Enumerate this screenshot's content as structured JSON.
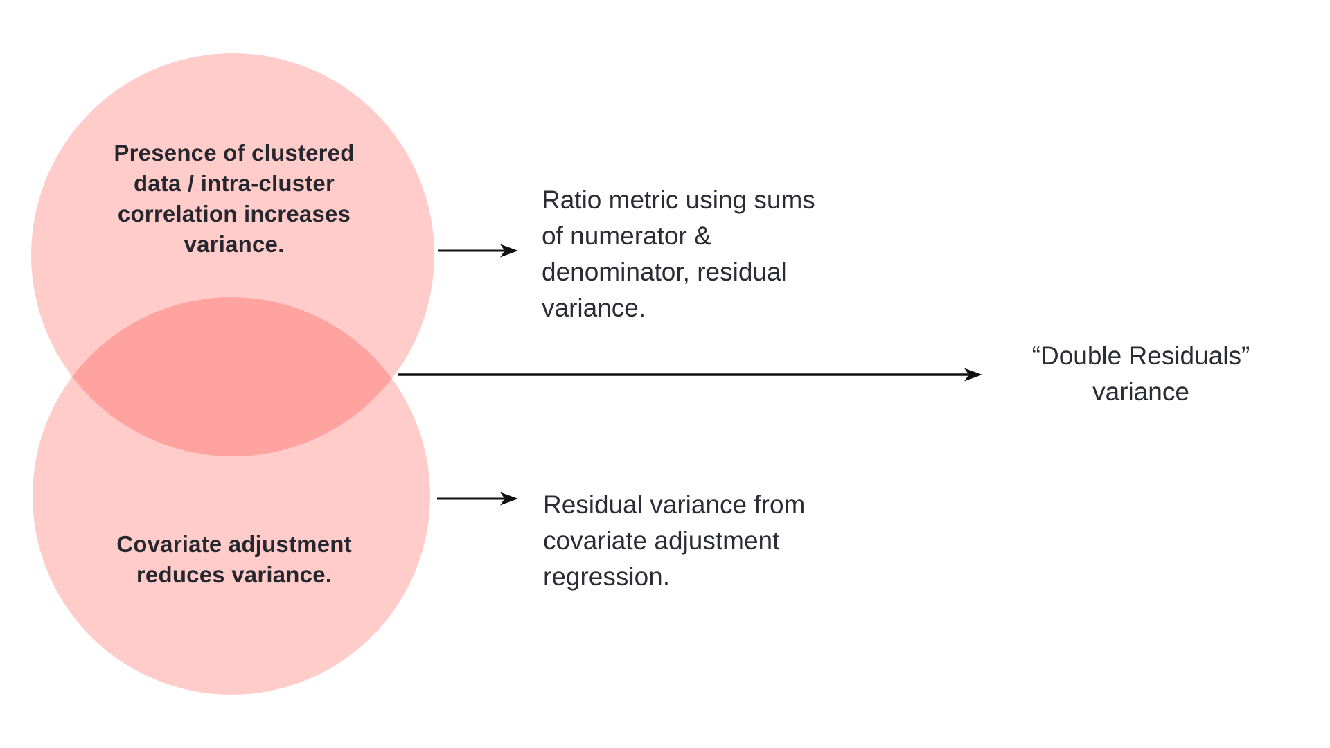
{
  "diagram": {
    "venn": {
      "top_circle_label": "Presence of clustered\ndata / intra-cluster\ncorrelation increases\nvariance.",
      "bottom_circle_label": "Covariate adjustment\nreduces variance."
    },
    "annotations": {
      "top": "Ratio metric using sums\nof numerator &\ndenominator, residual\nvariance.",
      "middle": "“Double Residuals”\nvariance",
      "bottom": "Residual variance from\ncovariate adjustment\nregression."
    },
    "colors": {
      "circle_fill": "#ffccca",
      "overlap_fill": "#ffa3a0",
      "text_dark": "#26262e",
      "annotation_text": "#2b2b34",
      "arrow": "#111111",
      "background": "#ffffff"
    }
  }
}
